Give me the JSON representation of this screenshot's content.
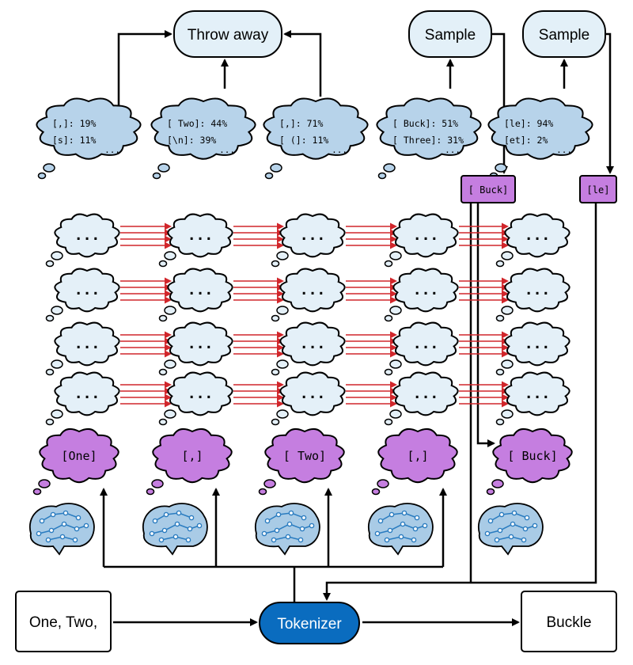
{
  "diagram": {
    "outputs": {
      "throw_away": "Throw away",
      "sample_1": "Sample",
      "sample_2": "Sample"
    },
    "probability_clouds": [
      {
        "line1": "[,]: 19%",
        "line2": "[s]: 11%",
        "more": "..."
      },
      {
        "line1": "[ Two]: 44%",
        "line2": "[\\n]:   39%",
        "more": "..."
      },
      {
        "line1": "[,]:  71%",
        "line2": "[ (]: 11%",
        "more": "..."
      },
      {
        "line1": "[ Buck]:  51%",
        "line2": "[ Three]: 31%",
        "more": "..."
      },
      {
        "line1": "[le]: 94%",
        "line2": "[et]: 2%",
        "more": "..."
      }
    ],
    "sampled_tokens": [
      "[ Buck]",
      "[le]"
    ],
    "hidden_layer_text": "...",
    "input_tokens": [
      "[One]",
      "[,]",
      "[ Two]",
      "[,]",
      "[ Buck]"
    ],
    "input_box": "One, Two,",
    "tokenizer": "Tokenizer",
    "output_box": "Buckle"
  },
  "colors": {
    "output_box_fill": "#e3f0f8",
    "probability_cloud_fill": "#b7d3ea",
    "hidden_cloud_fill": "#e4f0f8",
    "token_cloud_fill": "#c57ee0",
    "sampled_token_fill": "#c57ee0",
    "brain_fill": "#a9cbe6",
    "brain_circuit": "#2a7cc0",
    "tokenizer_fill": "#0a6cbf",
    "attention_arrow": "#d1262b",
    "flow_arrow": "#000000"
  }
}
